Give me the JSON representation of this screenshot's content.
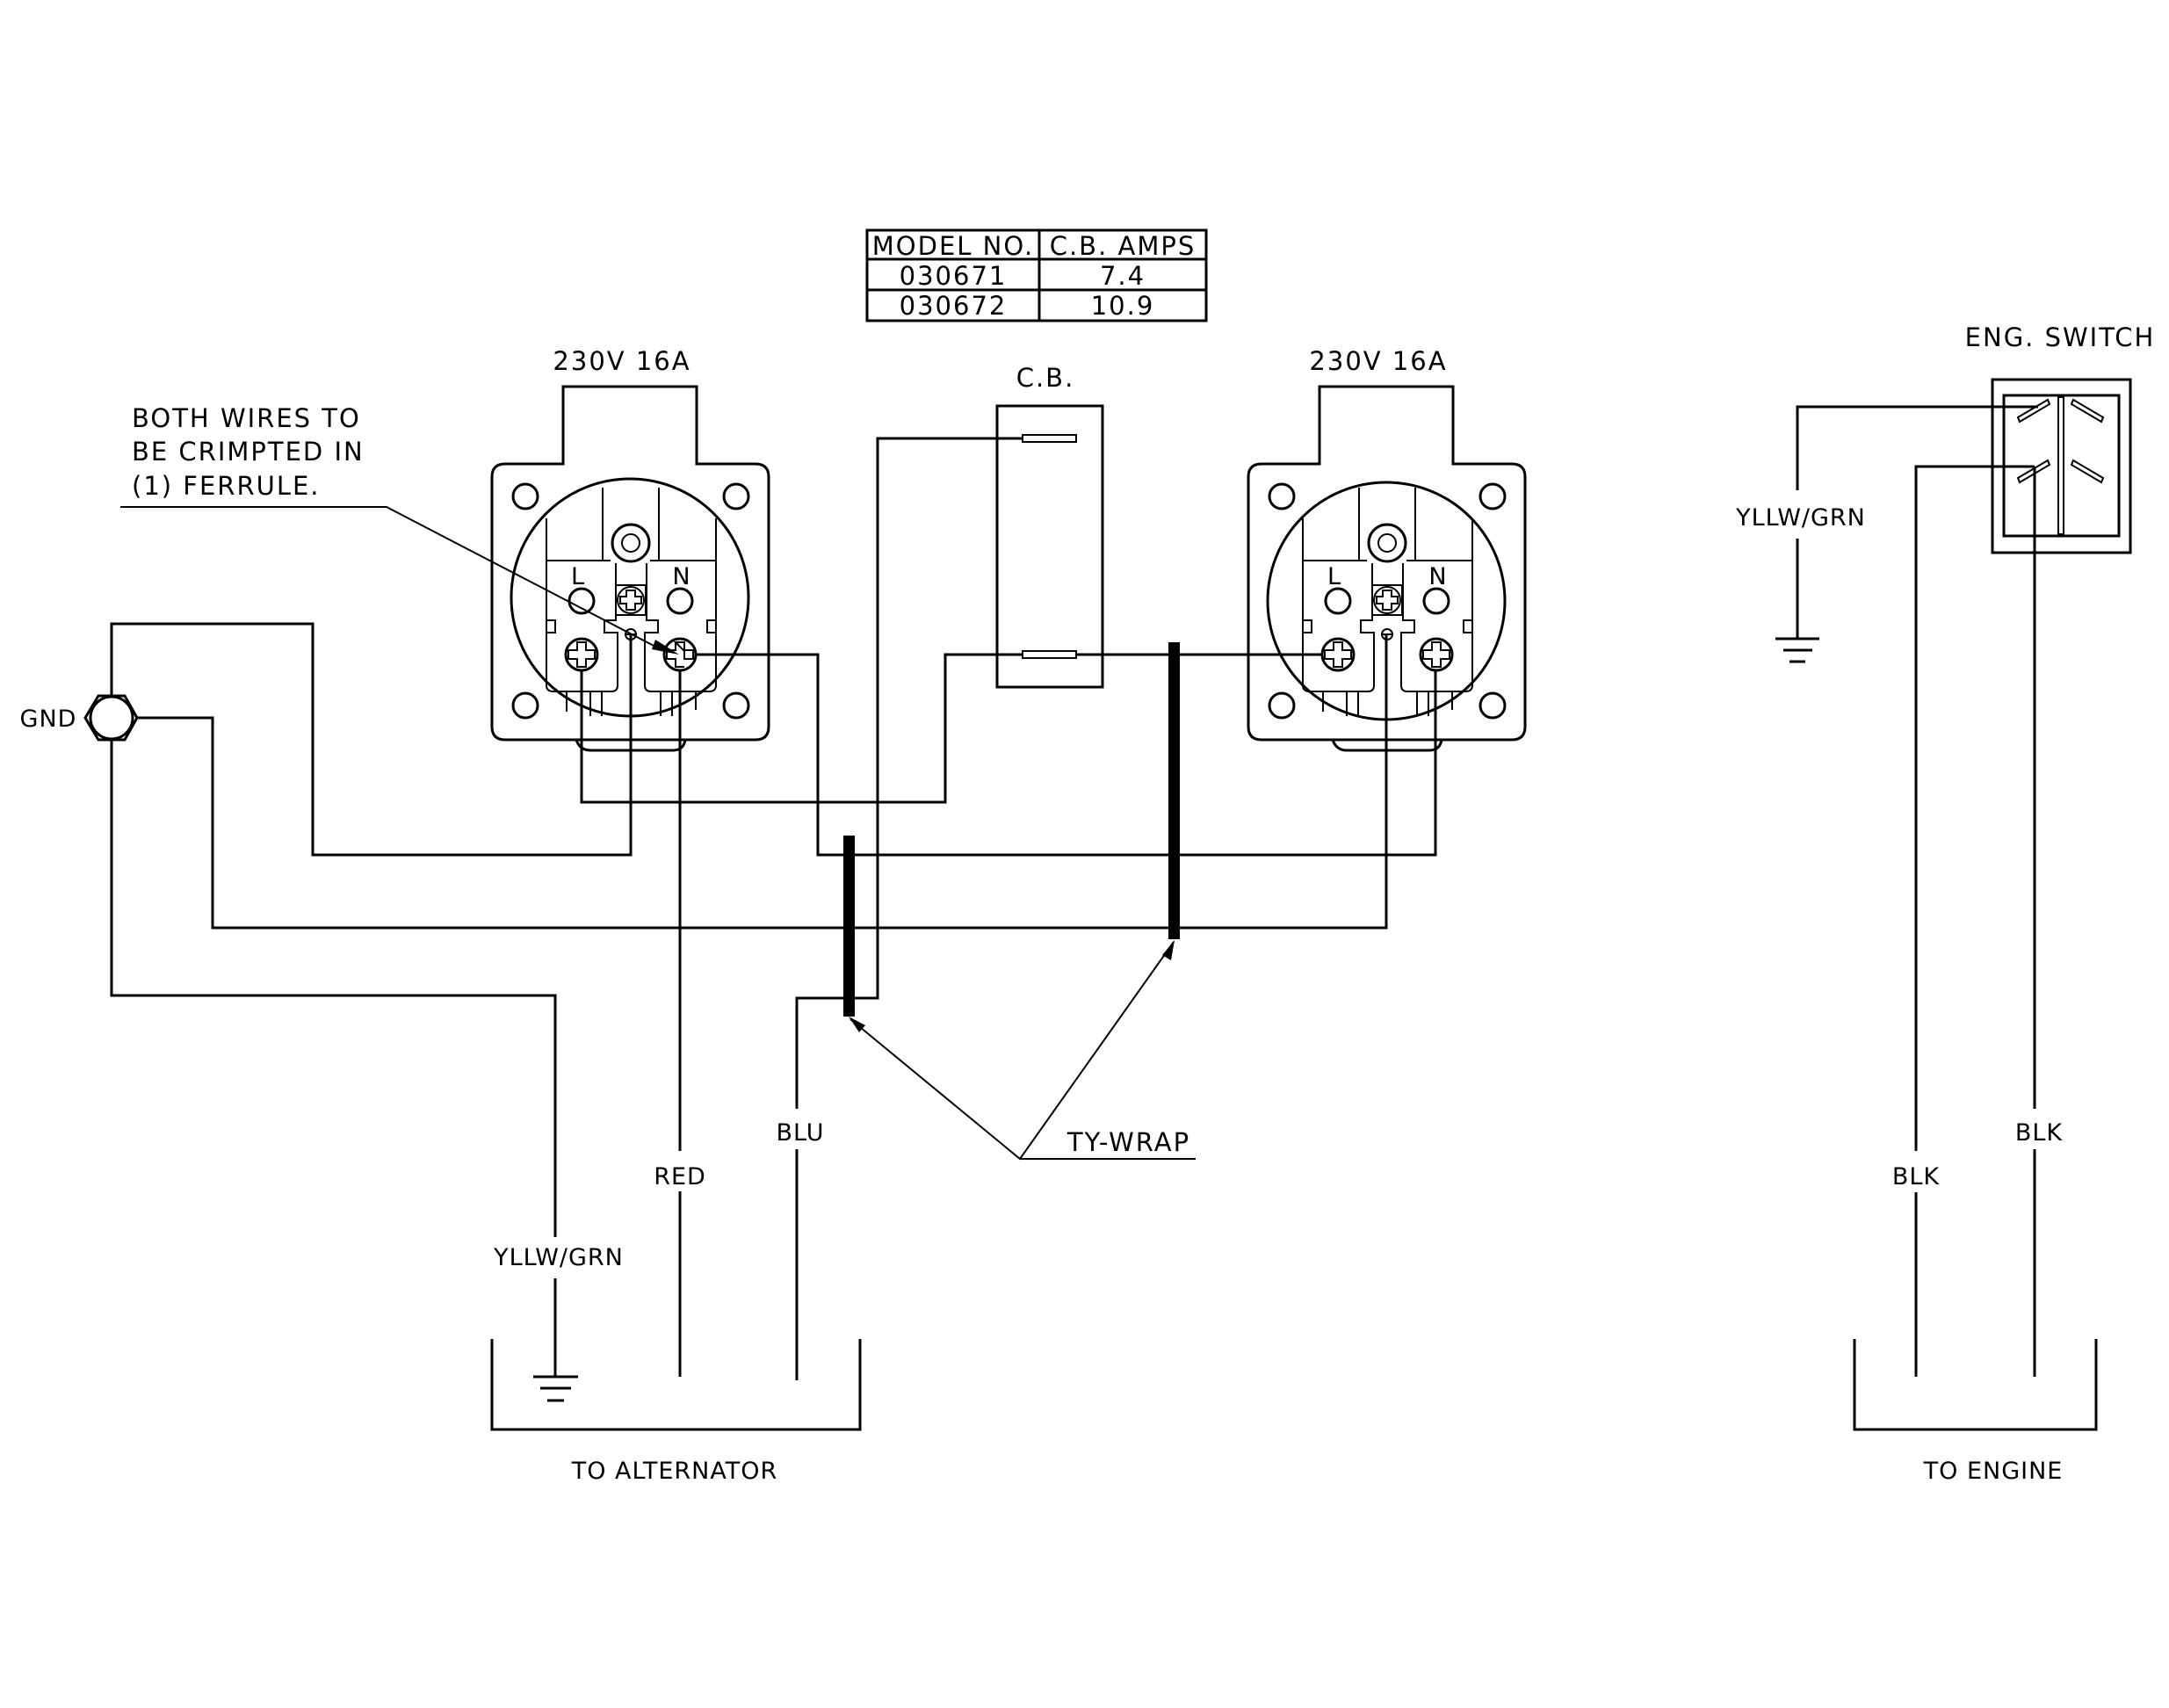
{
  "diagram": {
    "colors": {
      "ink": "#000000",
      "background": "#ffffff"
    },
    "table": {
      "headers": [
        "MODEL NO.",
        "C.B. AMPS"
      ],
      "rows": [
        [
          "030671",
          "7.4"
        ],
        [
          "030672",
          "10.9"
        ]
      ]
    },
    "sockets": [
      {
        "rating": "230V 16A",
        "live": "L",
        "neutral": "N"
      },
      {
        "rating": "230V 16A",
        "live": "L",
        "neutral": "N"
      }
    ],
    "circuit_breaker": {
      "label": "C.B."
    },
    "engine_switch": {
      "label": "ENG. SWITCH"
    },
    "ground_stud": {
      "label": "GND"
    },
    "note": {
      "lines": [
        "BOTH WIRES TO",
        "BE CRIMPTED IN",
        "(1) FERRULE."
      ]
    },
    "tywrap": {
      "label": "TY-WRAP"
    },
    "wire_labels": {
      "alt_ground": "YLLW/GRN",
      "red": "RED",
      "blu": "BLU",
      "switch_ground": "YLLW/GRN",
      "blk_1": "BLK",
      "blk_2": "BLK"
    },
    "destinations": {
      "alternator": "TO ALTERNATOR",
      "engine": "TO ENGINE"
    }
  }
}
